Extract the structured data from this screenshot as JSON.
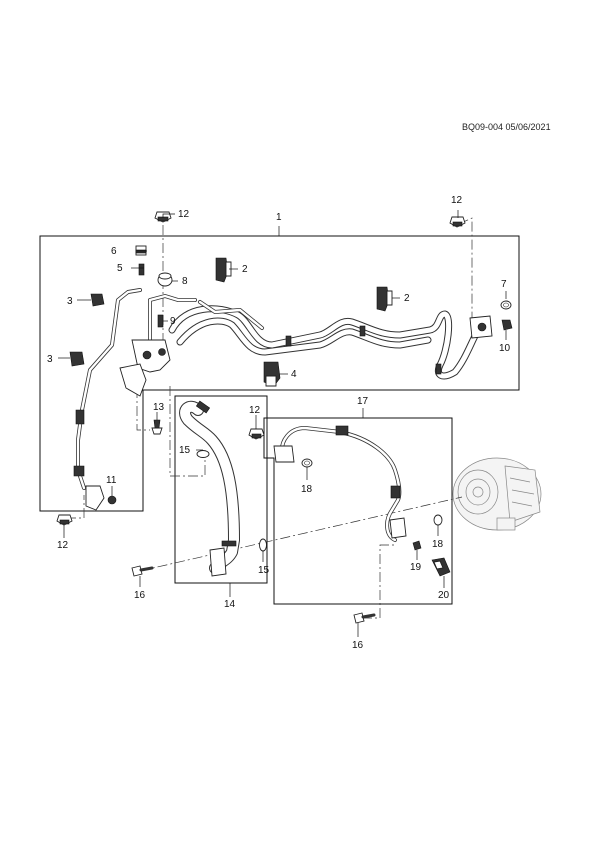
{
  "document": {
    "reference": "BQ09-004 05/06/2021"
  },
  "callouts": {
    "c1": "1",
    "c2a": "2",
    "c2b": "2",
    "c3a": "3",
    "c3b": "3",
    "c4": "4",
    "c5": "5",
    "c6": "6",
    "c7": "7",
    "c8": "8",
    "c9": "9",
    "c10": "10",
    "c11": "11",
    "c12a": "12",
    "c12b": "12",
    "c12c": "12",
    "c12d": "12",
    "c13": "13",
    "c14": "14",
    "c15a": "15",
    "c15b": "15",
    "c16a": "16",
    "c16b": "16",
    "c17": "17",
    "c18a": "18",
    "c18b": "18",
    "c19": "19",
    "c20": "20"
  },
  "colors": {
    "line": "#111111",
    "hose": "#333333",
    "background": "#ffffff"
  }
}
